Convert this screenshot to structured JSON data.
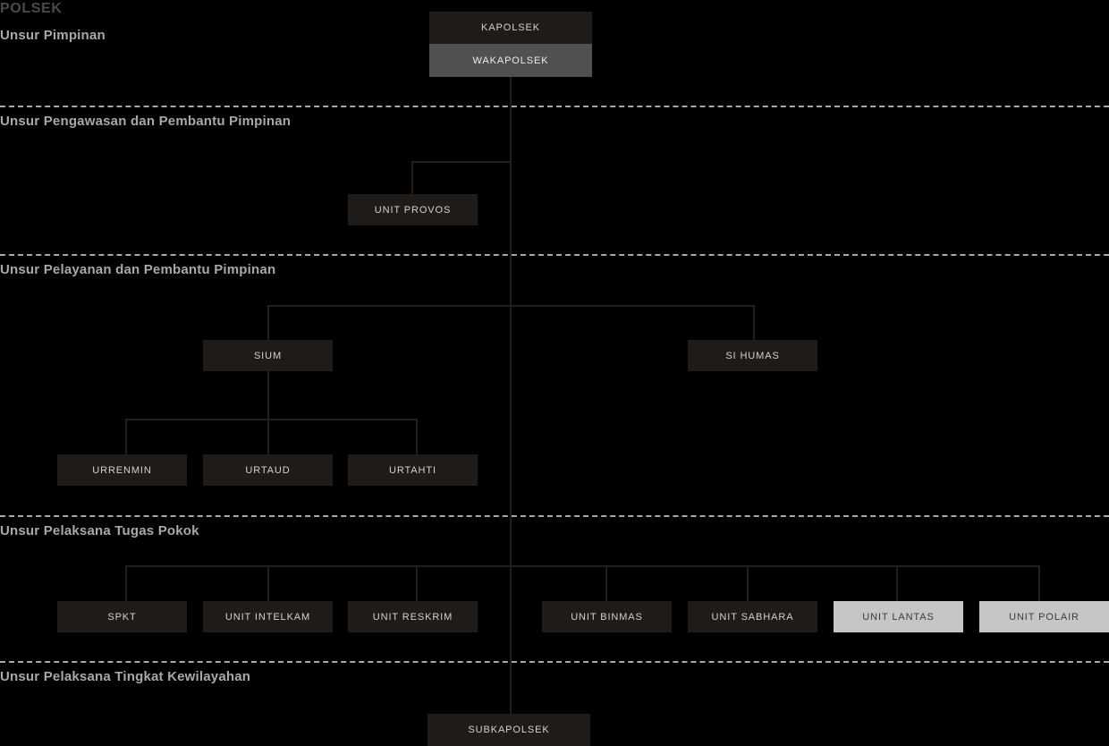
{
  "chart": {
    "title": "POLSEK",
    "accent_dark": "#1f1b18",
    "accent_gray": "#505050",
    "accent_light": "#c6c6c6",
    "label_color": "#a8a8a8",
    "line_color": "#231f1c",
    "text_color": "#d8d0cb"
  },
  "sections": [
    {
      "label": "Unsur Pimpinan"
    },
    {
      "label": "Unsur Pengawasan dan Pembantu Pimpinan"
    },
    {
      "label": "Unsur Pelayanan dan Pembantu Pimpinan"
    },
    {
      "label": "Unsur Pelaksana Tugas Pokok"
    },
    {
      "label": "Unsur Pelaksana Tingkat Kewilayahan"
    }
  ],
  "nodes": {
    "kapolsek": "KAPOLSEK",
    "wakapolsek": "WAKAPOLSEK",
    "unit_provos": "UNIT PROVOS",
    "sium": "SIUM",
    "si_humas": "SI HUMAS",
    "urrenmin": "URRENMIN",
    "urtaud": "URTAUD",
    "urtahti": "URTAHTI",
    "spkt": "SPKT",
    "unit_intelkam": "UNIT INTELKAM",
    "unit_reskrim": "UNIT RESKRIM",
    "unit_binmas": "UNIT BINMAS",
    "unit_sabhara": "UNIT SABHARA",
    "unit_lantas": "UNIT LANTAS",
    "unit_polair": "UNIT POLAIR",
    "subkapolsek": "SUBKAPOLSEK"
  }
}
